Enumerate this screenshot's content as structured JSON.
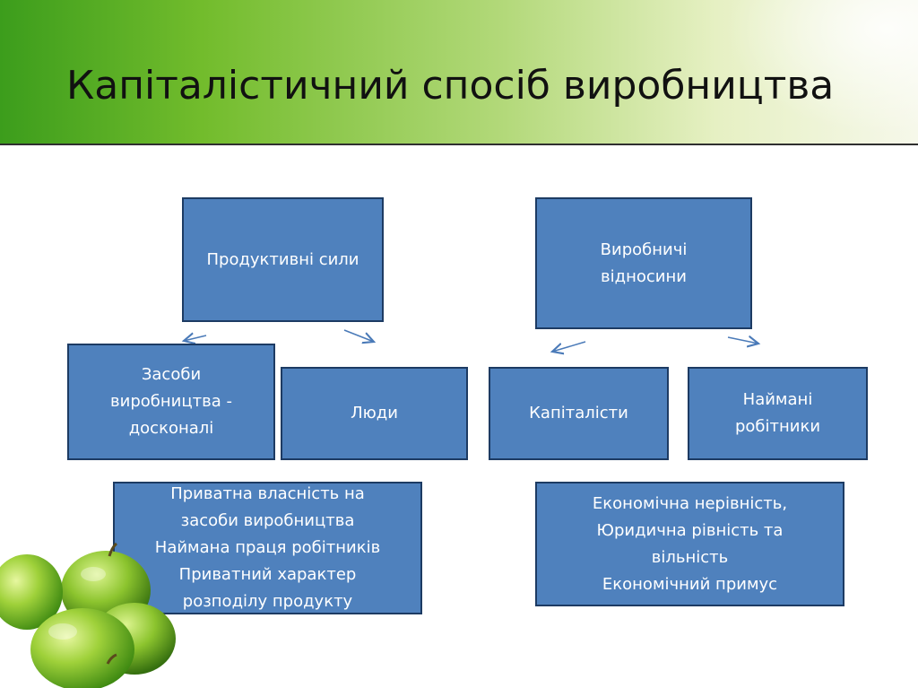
{
  "slide": {
    "title": "Капіталістичний спосіб виробництва"
  },
  "diagram": {
    "productive_forces": "Продуктивні сили",
    "production_relations": "Виробничі\nвідносини",
    "means_of_production": "Засоби\nвиробництва -\nдосконалі",
    "people": "Люди",
    "capitalists": "Капіталісти",
    "hired_workers": "Наймані\nробітники",
    "forces_features": [
      "Приватна власність на",
      "засоби виробництва",
      "Наймана праця робітників",
      "Приватний характер",
      "розподілу продукту"
    ],
    "relations_features": [
      "Економічна нерівність,",
      "Юридична рівність та",
      "вільність",
      "Економічний примус"
    ]
  },
  "colors": {
    "box_fill": "#4f81bd",
    "box_border": "#1d3b63",
    "arrow": "#4a7ab8",
    "header_green": "#6ab82a"
  }
}
